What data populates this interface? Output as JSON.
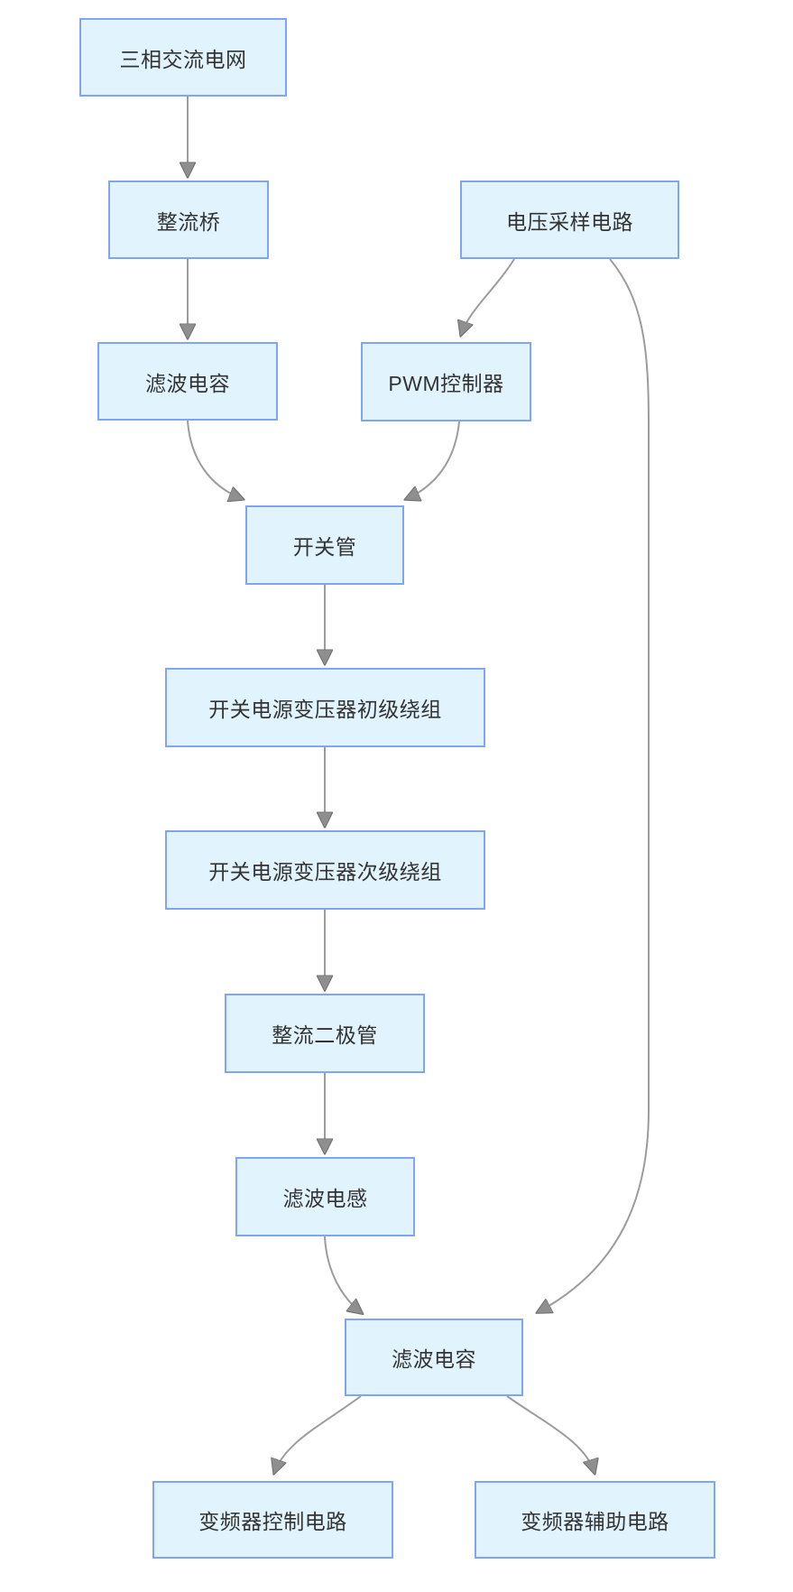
{
  "diagram": {
    "type": "flowchart",
    "direction": "top-down",
    "style": {
      "node_fill": "#e1f3fd",
      "node_border": "#7ea6f5",
      "edge_color": "#9c9c9c",
      "arrowhead_color": "#8f8f8f",
      "text_color": "#333333",
      "background": "#ffffff"
    },
    "nodes": [
      {
        "id": "three_phase_ac_grid",
        "label": "三相交流电网"
      },
      {
        "id": "rectifier_bridge",
        "label": "整流桥"
      },
      {
        "id": "voltage_sampling_circuit",
        "label": "电压采样电路"
      },
      {
        "id": "filter_capacitor_input",
        "label": "滤波电容"
      },
      {
        "id": "pwm_controller",
        "label": "PWM控制器"
      },
      {
        "id": "switching_tube",
        "label": "开关管"
      },
      {
        "id": "smps_transformer_primary",
        "label": "开关电源变压器初级绕组"
      },
      {
        "id": "smps_transformer_secondary",
        "label": "开关电源变压器次级绕组"
      },
      {
        "id": "rectifier_diode",
        "label": "整流二极管"
      },
      {
        "id": "filter_inductor",
        "label": "滤波电感"
      },
      {
        "id": "filter_capacitor_output",
        "label": "滤波电容"
      },
      {
        "id": "inverter_control_circuit",
        "label": "变频器控制电路"
      },
      {
        "id": "inverter_auxiliary_circuit",
        "label": "变频器辅助电路"
      }
    ],
    "edges": [
      {
        "from": "three_phase_ac_grid",
        "to": "rectifier_bridge"
      },
      {
        "from": "rectifier_bridge",
        "to": "filter_capacitor_input"
      },
      {
        "from": "voltage_sampling_circuit",
        "to": "pwm_controller"
      },
      {
        "from": "voltage_sampling_circuit",
        "to": "filter_capacitor_output"
      },
      {
        "from": "filter_capacitor_input",
        "to": "switching_tube"
      },
      {
        "from": "pwm_controller",
        "to": "switching_tube"
      },
      {
        "from": "switching_tube",
        "to": "smps_transformer_primary"
      },
      {
        "from": "smps_transformer_primary",
        "to": "smps_transformer_secondary"
      },
      {
        "from": "smps_transformer_secondary",
        "to": "rectifier_diode"
      },
      {
        "from": "rectifier_diode",
        "to": "filter_inductor"
      },
      {
        "from": "filter_inductor",
        "to": "filter_capacitor_output"
      },
      {
        "from": "filter_capacitor_output",
        "to": "inverter_control_circuit"
      },
      {
        "from": "filter_capacitor_output",
        "to": "inverter_auxiliary_circuit"
      }
    ]
  }
}
